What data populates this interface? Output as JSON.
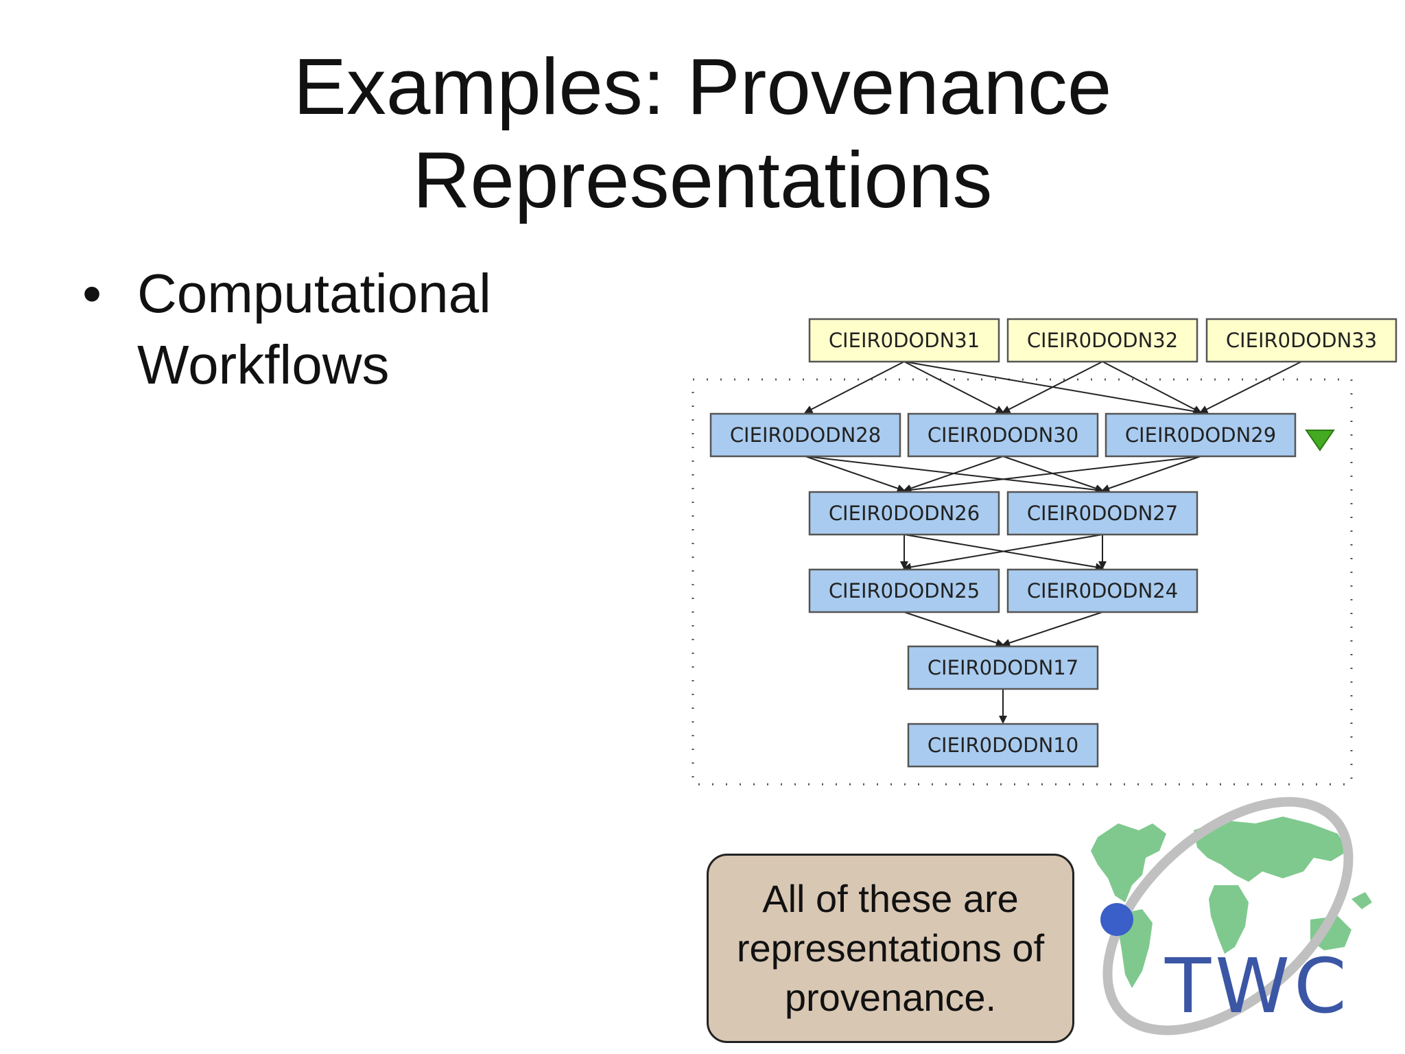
{
  "slide": {
    "title_line1": "Examples: Provenance",
    "title_line2": "Representations",
    "bullet_symbol": "•",
    "bullet_line1": "Computational",
    "bullet_line2": "Workflows"
  },
  "diagram": {
    "nodes": [
      {
        "id": "n31",
        "label": "CIEIR0DODN31",
        "kind": "input"
      },
      {
        "id": "n32",
        "label": "CIEIR0DODN32",
        "kind": "input"
      },
      {
        "id": "n33",
        "label": "CIEIR0DODN33",
        "kind": "input"
      },
      {
        "id": "n28",
        "label": "CIEIR0DODN28",
        "kind": "process"
      },
      {
        "id": "n30",
        "label": "CIEIR0DODN30",
        "kind": "process"
      },
      {
        "id": "n29",
        "label": "CIEIR0DODN29",
        "kind": "process"
      },
      {
        "id": "n26",
        "label": "CIEIR0DODN26",
        "kind": "process"
      },
      {
        "id": "n27",
        "label": "CIEIR0DODN27",
        "kind": "process"
      },
      {
        "id": "n25",
        "label": "CIEIR0DODN25",
        "kind": "process"
      },
      {
        "id": "n24",
        "label": "CIEIR0DODN24",
        "kind": "process"
      },
      {
        "id": "n17",
        "label": "CIEIR0DODN17",
        "kind": "process"
      },
      {
        "id": "n10",
        "label": "CIEIR0DODN10",
        "kind": "process"
      }
    ],
    "edges": [
      [
        "n31",
        "n28"
      ],
      [
        "n31",
        "n30"
      ],
      [
        "n31",
        "n29"
      ],
      [
        "n32",
        "n30"
      ],
      [
        "n32",
        "n29"
      ],
      [
        "n33",
        "n29"
      ],
      [
        "n28",
        "n26"
      ],
      [
        "n28",
        "n27"
      ],
      [
        "n30",
        "n26"
      ],
      [
        "n30",
        "n27"
      ],
      [
        "n29",
        "n26"
      ],
      [
        "n29",
        "n27"
      ],
      [
        "n26",
        "n25"
      ],
      [
        "n26",
        "n24"
      ],
      [
        "n27",
        "n25"
      ],
      [
        "n27",
        "n24"
      ],
      [
        "n25",
        "n17"
      ],
      [
        "n24",
        "n17"
      ],
      [
        "n17",
        "n10"
      ]
    ],
    "colors": {
      "input_fill": "#ffffcc",
      "process_fill": "#a9cbef",
      "border": "#555555",
      "edge": "#222222",
      "marker": "#44aa22"
    }
  },
  "callout": {
    "text": "All of these are representations of provenance."
  },
  "logo": {
    "text": "TWC",
    "colors": {
      "land": "#7fc98e",
      "ring": "#c0c0c0",
      "dot": "#3a5fc8",
      "text": "#3b56a5"
    }
  }
}
